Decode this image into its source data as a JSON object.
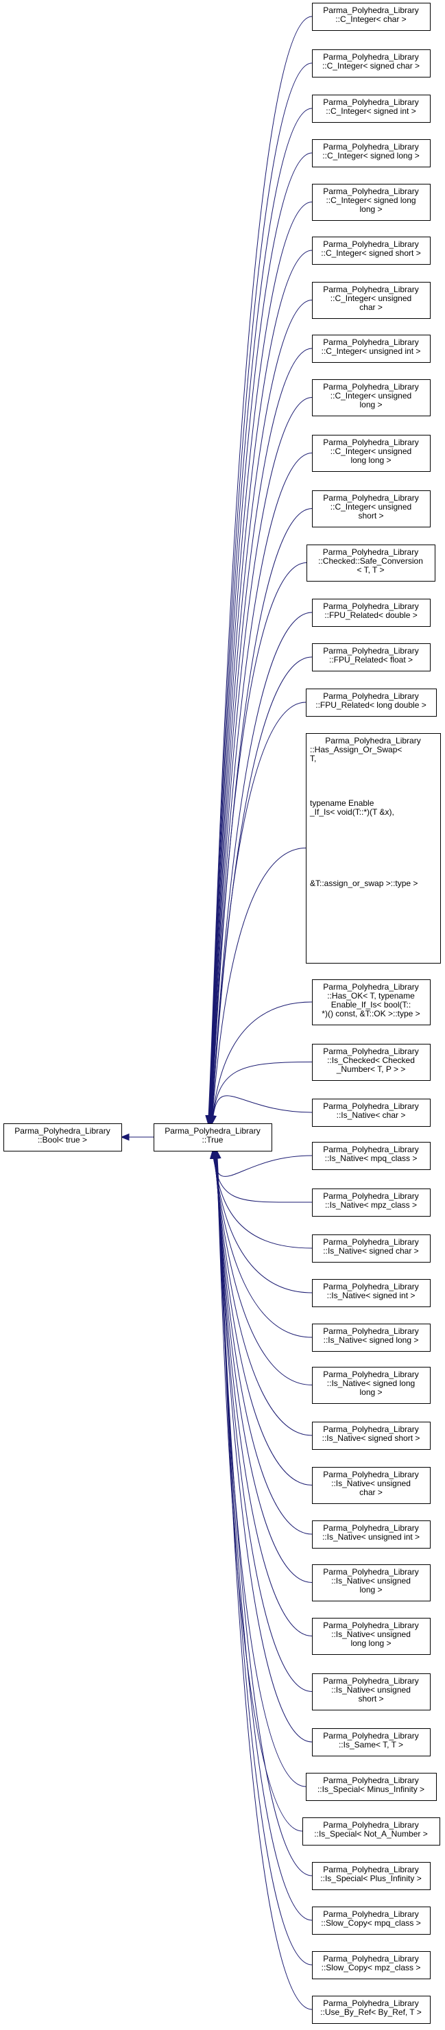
{
  "colors": {
    "edge": "#191970",
    "box_border": "#000000",
    "text": "#000000",
    "background": "#ffffff"
  },
  "base_node": {
    "lines": [
      "Parma_Polyhedra_Library",
      "::Bool< true >"
    ]
  },
  "center_node": {
    "lines": [
      "Parma_Polyhedra_Library",
      "::True"
    ]
  },
  "derived_nodes": [
    {
      "lines": [
        "Parma_Polyhedra_Library",
        "::C_Integer< char >"
      ]
    },
    {
      "lines": [
        "Parma_Polyhedra_Library",
        "::C_Integer< signed char >"
      ]
    },
    {
      "lines": [
        "Parma_Polyhedra_Library",
        "::C_Integer< signed int >"
      ]
    },
    {
      "lines": [
        "Parma_Polyhedra_Library",
        "::C_Integer< signed long >"
      ]
    },
    {
      "lines": [
        "Parma_Polyhedra_Library",
        "::C_Integer< signed long",
        "long >"
      ]
    },
    {
      "lines": [
        "Parma_Polyhedra_Library",
        "::C_Integer< signed short >"
      ]
    },
    {
      "lines": [
        "Parma_Polyhedra_Library",
        "::C_Integer< unsigned",
        "char >"
      ]
    },
    {
      "lines": [
        "Parma_Polyhedra_Library",
        "::C_Integer< unsigned int >"
      ]
    },
    {
      "lines": [
        "Parma_Polyhedra_Library",
        "::C_Integer< unsigned",
        "long >"
      ]
    },
    {
      "lines": [
        "Parma_Polyhedra_Library",
        "::C_Integer< unsigned",
        "long long >"
      ]
    },
    {
      "lines": [
        "Parma_Polyhedra_Library",
        "::C_Integer< unsigned",
        "short >"
      ]
    },
    {
      "lines": [
        "Parma_Polyhedra_Library",
        "::Checked::Safe_Conversion",
        "< T, T >"
      ]
    },
    {
      "lines": [
        "Parma_Polyhedra_Library",
        "::FPU_Related< double >"
      ]
    },
    {
      "lines": [
        "Parma_Polyhedra_Library",
        "::FPU_Related< float >"
      ]
    },
    {
      "lines": [
        "Parma_Polyhedra_Library",
        "::FPU_Related< long double >"
      ]
    },
    {
      "lines": [
        "Parma_Polyhedra_Library",
        "::Has_Assign_Or_Swap<",
        "T,",
        "",
        "",
        "",
        "",
        "typename Enable",
        "_If_Is< void(T::*)(T &x),",
        "",
        "",
        "",
        "",
        "",
        "",
        "",
        "&T::assign_or_swap >::type >"
      ]
    },
    {
      "lines": [
        "Parma_Polyhedra_Library",
        "::Has_OK< T, typename",
        "Enable_If_Is< bool(T::",
        "*)() const, &T::OK >::type >"
      ]
    },
    {
      "lines": [
        "Parma_Polyhedra_Library",
        "::Is_Checked< Checked",
        "_Number< T, P > >"
      ]
    },
    {
      "lines": [
        "Parma_Polyhedra_Library",
        "::Is_Native< char >"
      ]
    },
    {
      "lines": [
        "Parma_Polyhedra_Library",
        "::Is_Native< mpq_class >"
      ]
    },
    {
      "lines": [
        "Parma_Polyhedra_Library",
        "::Is_Native< mpz_class >"
      ]
    },
    {
      "lines": [
        "Parma_Polyhedra_Library",
        "::Is_Native< signed char >"
      ]
    },
    {
      "lines": [
        "Parma_Polyhedra_Library",
        "::Is_Native< signed int >"
      ]
    },
    {
      "lines": [
        "Parma_Polyhedra_Library",
        "::Is_Native< signed long >"
      ]
    },
    {
      "lines": [
        "Parma_Polyhedra_Library",
        "::Is_Native< signed long",
        "long >"
      ]
    },
    {
      "lines": [
        "Parma_Polyhedra_Library",
        "::Is_Native< signed short >"
      ]
    },
    {
      "lines": [
        "Parma_Polyhedra_Library",
        "::Is_Native< unsigned",
        "char >"
      ]
    },
    {
      "lines": [
        "Parma_Polyhedra_Library",
        "::Is_Native< unsigned int >"
      ]
    },
    {
      "lines": [
        "Parma_Polyhedra_Library",
        "::Is_Native< unsigned",
        "long >"
      ]
    },
    {
      "lines": [
        "Parma_Polyhedra_Library",
        "::Is_Native< unsigned",
        "long long >"
      ]
    },
    {
      "lines": [
        "Parma_Polyhedra_Library",
        "::Is_Native< unsigned",
        "short >"
      ]
    },
    {
      "lines": [
        "Parma_Polyhedra_Library",
        "::Is_Same< T, T >"
      ]
    },
    {
      "lines": [
        "Parma_Polyhedra_Library",
        "::Is_Special< Minus_Infinity >"
      ]
    },
    {
      "lines": [
        "Parma_Polyhedra_Library",
        "::Is_Special< Not_A_Number >"
      ]
    },
    {
      "lines": [
        "Parma_Polyhedra_Library",
        "::Is_Special< Plus_Infinity >"
      ]
    },
    {
      "lines": [
        "Parma_Polyhedra_Library",
        "::Slow_Copy< mpq_class >"
      ]
    },
    {
      "lines": [
        "Parma_Polyhedra_Library",
        "::Slow_Copy< mpz_class >"
      ]
    },
    {
      "lines": [
        "Parma_Polyhedra_Library",
        "::Use_By_Ref< By_Ref, T >"
      ]
    }
  ]
}
